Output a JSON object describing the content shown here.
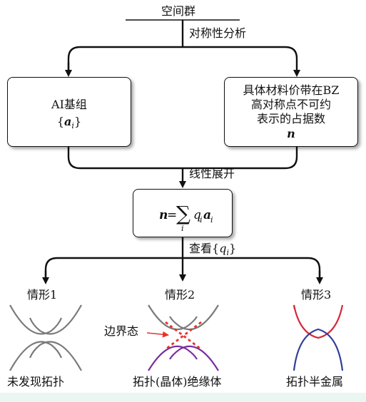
{
  "top_label": "空间群",
  "step1_label": "对称性分析",
  "left_box": {
    "line1": "AI基组",
    "line2_open": "{",
    "line2_sym": "a",
    "line2_sub": "i",
    "line2_close": "}"
  },
  "right_box": {
    "line1": "具体材料价带在BZ",
    "line2": "高对称点不可约",
    "line3": "表示的占据数",
    "line4": "n"
  },
  "step2_label": "线性展开",
  "formula": {
    "lhs": "n",
    "eq": "=",
    "sum": "∑",
    "sum_index": "i",
    "q": "q",
    "q_sub": "i",
    "a": "a",
    "a_sub": "i"
  },
  "step3": {
    "text": "查看",
    "open": "{",
    "q": "q",
    "sub": "i",
    "close": "}"
  },
  "cases": {
    "case1": {
      "title": "情形1",
      "caption": "未发现拓扑"
    },
    "case2": {
      "title": "情形2",
      "caption": "拓扑(晶体)绝缘体",
      "edge_label": "边界态"
    },
    "case3": {
      "title": "情形3",
      "caption": "拓扑半金属"
    }
  },
  "colors": {
    "gray_band": "#7a7a7a",
    "purple_band": "#7b2f9e",
    "red_band": "#d42a3b",
    "blue_band": "#2f3d9c",
    "edge_state": "#e8322b"
  }
}
